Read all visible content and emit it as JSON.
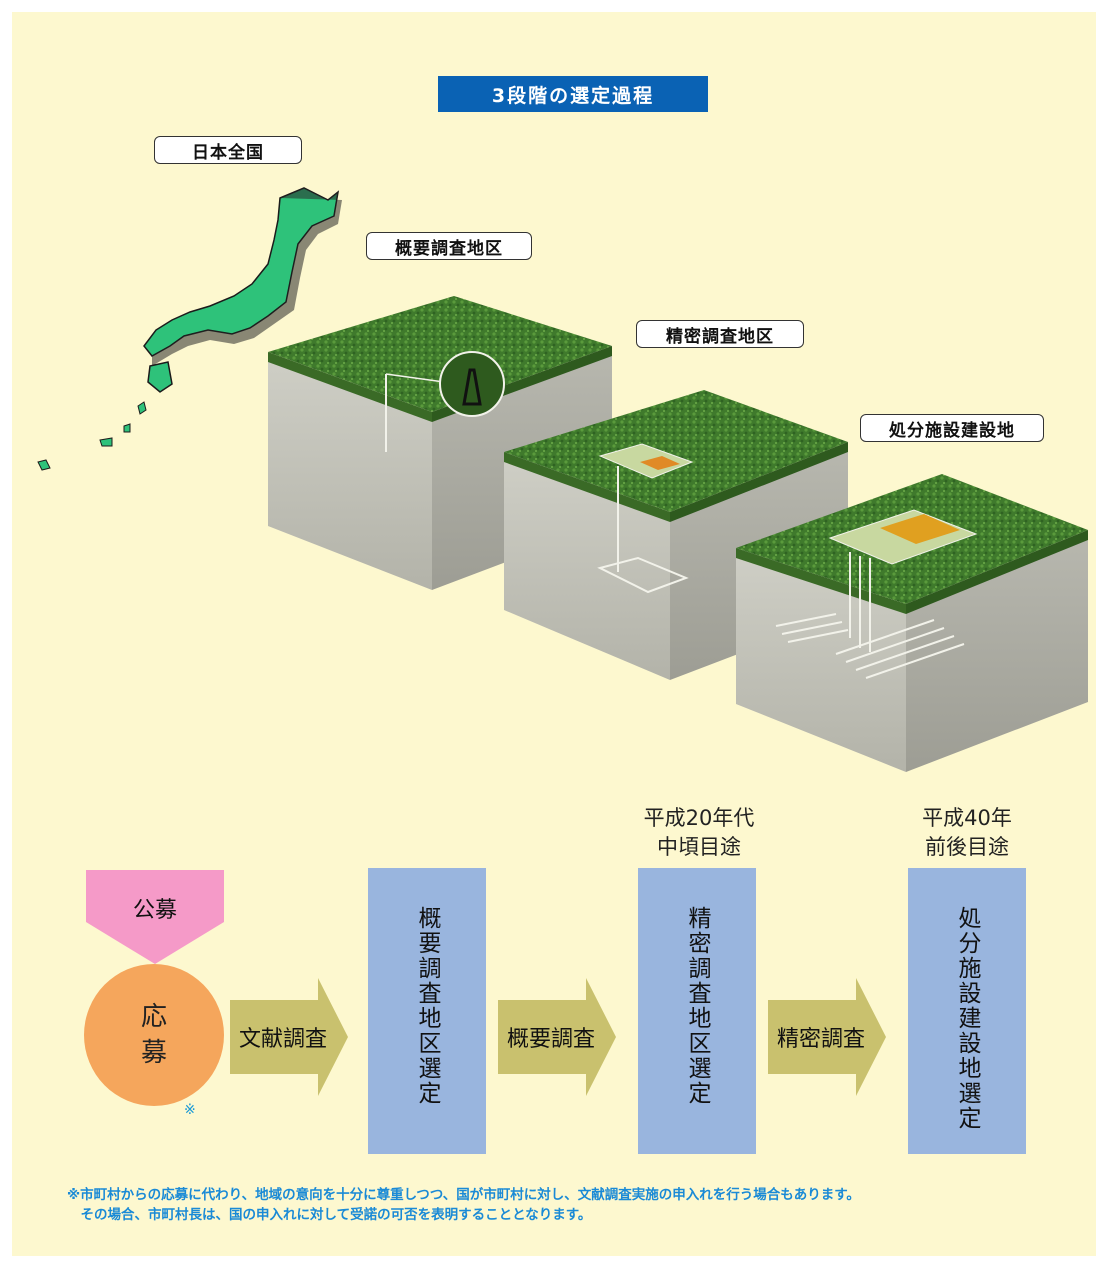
{
  "title": "3段階の選定過程",
  "stages": [
    {
      "label": "日本全国"
    },
    {
      "label": "概要調査地区"
    },
    {
      "label": "精密調査地区"
    },
    {
      "label": "処分施設建設地"
    }
  ],
  "flow": {
    "koubo": "公募",
    "oubo_line1": "応",
    "oubo_line2": "募",
    "note_mark": "※",
    "arrows": [
      "文献調査",
      "概要調査",
      "精密調査"
    ],
    "boxes": [
      "概要調査地区選定",
      "精密調査地区選定",
      "処分施設建設地選定"
    ],
    "dates": [
      {
        "line1": "平成20年代",
        "line2": "中頃目途"
      },
      {
        "line1": "平成40年",
        "line2": "前後目途"
      }
    ]
  },
  "footnote": {
    "line1": "※市町村からの応募に代わり、地域の意向を十分に尊重しつつ、国が市町村に対し、文献調査実施の申入れを行う場合もあります。",
    "line2": "　その場合、市町村長は、国の申入れに対して受諾の可否を表明することとなります。"
  },
  "colors": {
    "background": "#fdf8cf",
    "title_bg": "#0a62b4",
    "grass": "#3f7a2c",
    "japan_green": "#2ec27a",
    "koubo_pink": "#f59ac8",
    "oubo_orange": "#f5a65c",
    "arrow_olive": "#c9c16e",
    "box_blue": "#99b5de",
    "footnote_text": "#1a8ad6"
  }
}
